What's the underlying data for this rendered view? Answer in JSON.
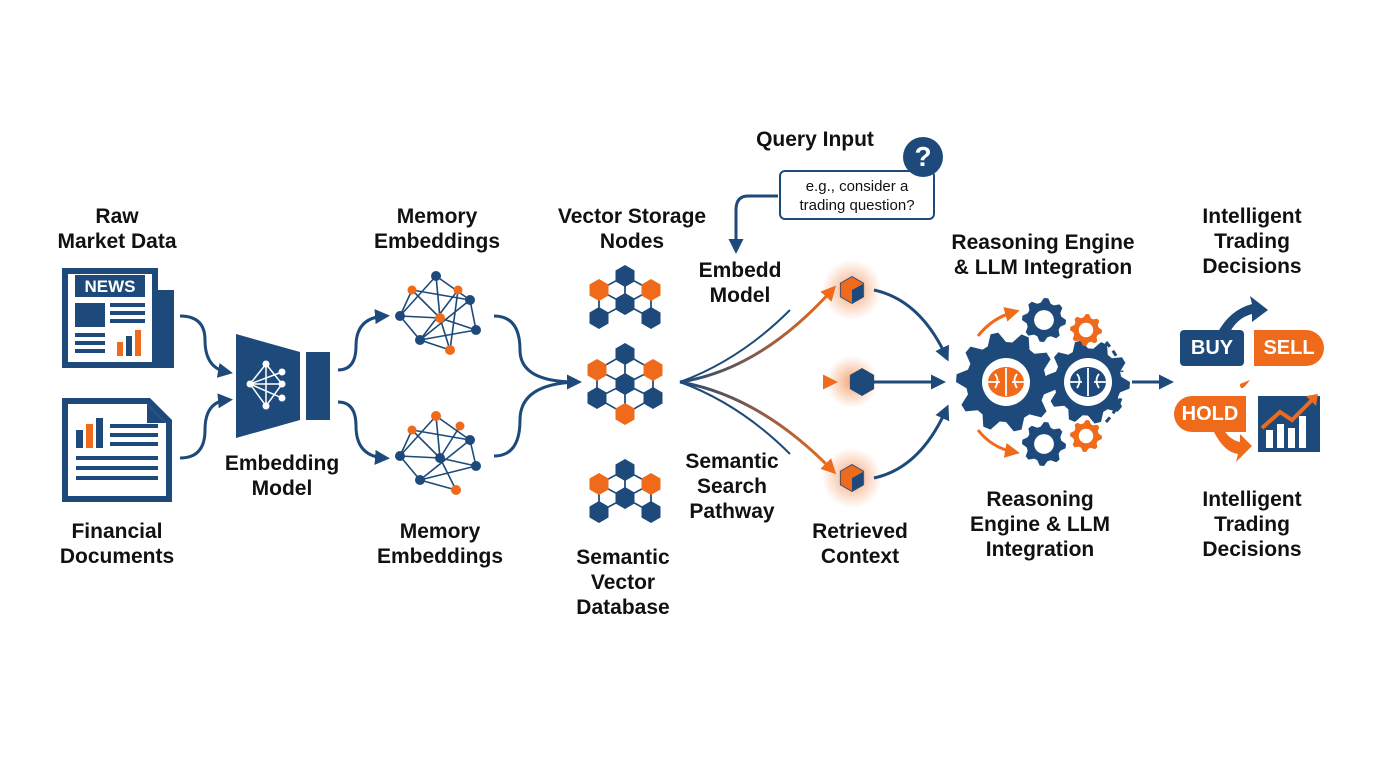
{
  "labels": {
    "raw_market_data": [
      "Raw",
      "Market Data"
    ],
    "financial_documents": [
      "Financial",
      "Documents"
    ],
    "embedding_model": [
      "Embedding",
      "Model"
    ],
    "memory_embeddings_top": [
      "Memory",
      "Embeddings"
    ],
    "memory_embeddings_bottom": [
      "Memory",
      "Embeddings"
    ],
    "vector_storage_nodes": [
      "Vector Storage",
      "Nodes"
    ],
    "semantic_vector_database": [
      "Semantic",
      "Vector",
      "Database"
    ],
    "query_input": "Query Input",
    "query_example": [
      "e.g., consider a",
      "trading question?"
    ],
    "query_icon": "?",
    "embedd_model": [
      "Embedd",
      "Model"
    ],
    "semantic_search_pathway": [
      "Semantic",
      "Search",
      "Pathway"
    ],
    "retrieved_context": [
      "Retrieved",
      "Context"
    ],
    "reasoning_engine_top": [
      "Reasoning Engine",
      "& LLM Integration"
    ],
    "reasoning_engine_bottom": [
      "Reasoning",
      "Engine & LLM",
      "Integration"
    ],
    "intelligent_trading_top": [
      "Intelligent",
      "Trading",
      "Decisions"
    ],
    "intelligent_trading_bottom": [
      "Intelligent",
      "Trading",
      "Decisions"
    ]
  },
  "newspaper_heading": "NEWS",
  "decisions": {
    "buy": "BUY",
    "sell": "SELL",
    "hold": "HOLD"
  },
  "icons": [
    "newspaper-icon",
    "financial-document-icon",
    "embedding-model-icon",
    "neural-network-icon",
    "vector-cube-cluster-icon",
    "question-icon",
    "gear-icon",
    "brain-icon",
    "trend-chart-icon"
  ],
  "colors": {
    "navy": "#1d4a7a",
    "orange": "#f06a1c",
    "text": "#111111"
  }
}
